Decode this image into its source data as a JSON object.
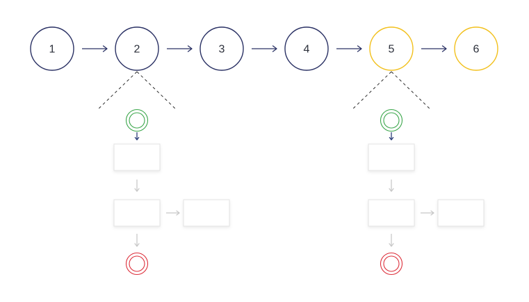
{
  "colors": {
    "default": "#2a3164",
    "highlight": "#f2c01c",
    "start": "#3aa64a",
    "end": "#dd2f3b",
    "sub_arrow_strong": "#2c3f7a",
    "sub_arrow_muted": "#c8c8c8",
    "box_border": "#e3e3e3",
    "dashed": "#2b2b2b"
  },
  "steps": [
    {
      "label": "1",
      "style": "default"
    },
    {
      "label": "2",
      "style": "default"
    },
    {
      "label": "3",
      "style": "default"
    },
    {
      "label": "4",
      "style": "default"
    },
    {
      "label": "5",
      "style": "highlight"
    },
    {
      "label": "6",
      "style": "highlight"
    }
  ],
  "expanded_steps": [
    {
      "source_step": "2"
    },
    {
      "source_step": "5"
    }
  ],
  "subflow": {
    "nodes": [
      "start-node",
      "task-box-1",
      "task-box-2",
      "task-box-3",
      "end-node"
    ],
    "edges": [
      {
        "from": "start-node",
        "to": "task-box-1",
        "style": "strong"
      },
      {
        "from": "task-box-1",
        "to": "task-box-2",
        "style": "muted"
      },
      {
        "from": "task-box-2",
        "to": "task-box-3",
        "style": "muted"
      },
      {
        "from": "task-box-2",
        "to": "end-node",
        "style": "muted"
      }
    ]
  }
}
